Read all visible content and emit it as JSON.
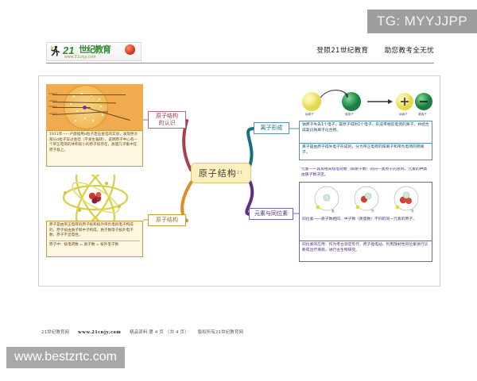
{
  "watermarks": {
    "top_right": "TG: MYYJJPP",
    "bottom_left": "www.bestzrtc.com"
  },
  "header": {
    "logo_runner_glyph": "彳",
    "logo_text_21": "21",
    "logo_text_cn": "世纪教育",
    "logo_url": "www.21cnjy.com",
    "slogan_left": "登陨21世纪教育",
    "slogan_right": "助您教考全无忧"
  },
  "mindmap": {
    "center": {
      "label": "原子结构",
      "sup": "21"
    },
    "branches": [
      {
        "id": "top-left",
        "label": "原子结构\n的认识",
        "color": "#a93f49"
      },
      {
        "id": "bottom-left",
        "label": "原子结构",
        "color": "#e08a28"
      },
      {
        "id": "top-right",
        "label": "离子形成",
        "color": "#15707f"
      },
      {
        "id": "bottom-right",
        "label": "元素与同位素",
        "color": "#5b2d8e"
      }
    ],
    "left_panel": {
      "rutherford_caption": "1911年——卢瑟福用α粒子轰击金箔的实验，发现绝大部分α粒子穿过金箔（不发生偏转），说明原子中心有一个带正电荷的体积很小的原子核存在，质量几乎集中在原子核上。",
      "atom_caption_1": "原子是由带正电荷的原子核和核外带负电的电子构成的，原子核由质子和中子构成，质子数等于核外电子数，原子不显电性。",
      "atom_caption_2": "原子中：核电荷数 = 质子数 = 核外电子数"
    },
    "right_panel": {
      "ion_figure_labels": [
        "钠原子",
        "氯原子",
        "钠离子",
        "氯离子"
      ],
      "ion_text_1": "钠原子失去1个电子，氯原子得到1个电子，形成带相反电荷的离子，并结合成氯化钠离子化合物。",
      "ion_text_2": "离子是由原子得失电子形成的，分为带正电荷的阳离子和带负电荷的阴离子。",
      "isotope_text_top": "元素——具有相同核电荷数（即质子数）的同一类原子的总称，元素的种类由质子数决定。",
      "isotope_figure_labels": [
        "氢",
        "氘",
        "氚"
      ],
      "isotope_caption": "同位素——质子数相同、中子数（质量数）不同的同一元素的原子。",
      "isotope_text_bottom": "同位素的应用：作为考古测定年代、原子能电站、利用放射性同位素进行诊断或治疗疾病，进行古生物研究。"
    }
  },
  "footer": {
    "site_name": "21世纪教育网",
    "url": "www.21cnjy.com",
    "doc_info": "精品资料·第 4 页 （共 4 页）",
    "copyright": "版权所有21世纪教育网"
  }
}
